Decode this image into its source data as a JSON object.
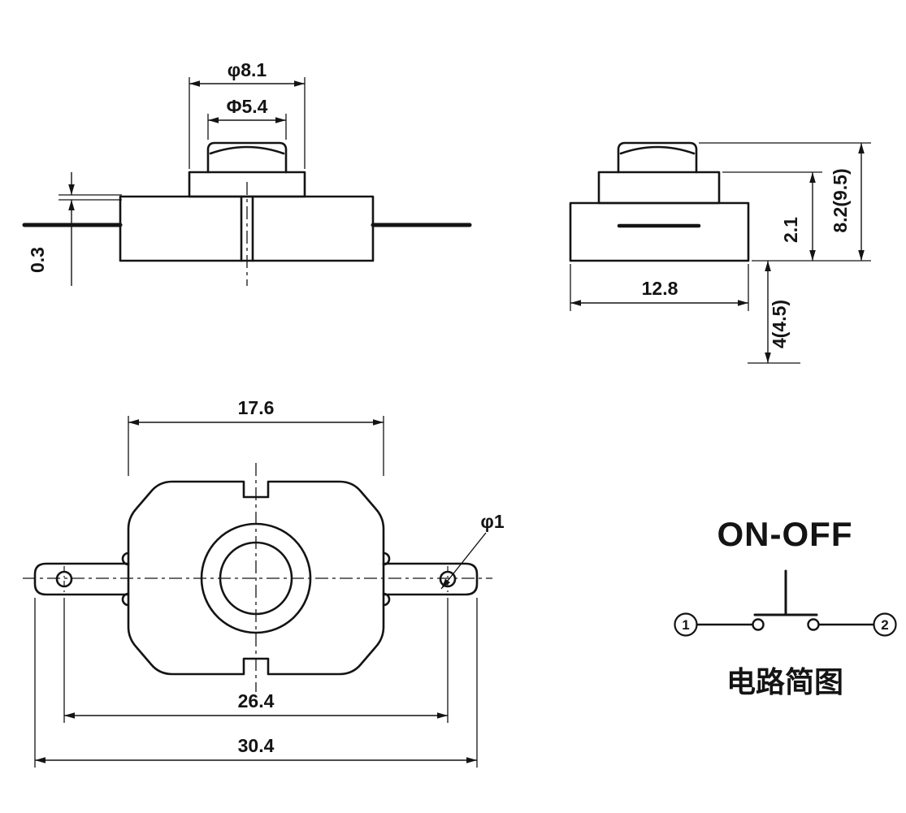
{
  "drawing": {
    "colors": {
      "ink": "#141414",
      "background": "#ffffff"
    },
    "front_view": {
      "dia_cap_outer": "φ8.1",
      "dia_cap_inner": "Φ5.4",
      "lead_offset": "0.3"
    },
    "side_view": {
      "body_width": "12.8",
      "step_height": "2.1",
      "total_height": "8.2(9.5)",
      "lead_height": "4(4.5)"
    },
    "top_view": {
      "body_width": "17.6",
      "hole_span": "26.4",
      "overall_width": "30.4",
      "hole_dia": "φ1"
    },
    "circuit": {
      "label": "ON-OFF",
      "terminal_left": "1",
      "terminal_right": "2",
      "caption": "电路简图"
    }
  }
}
